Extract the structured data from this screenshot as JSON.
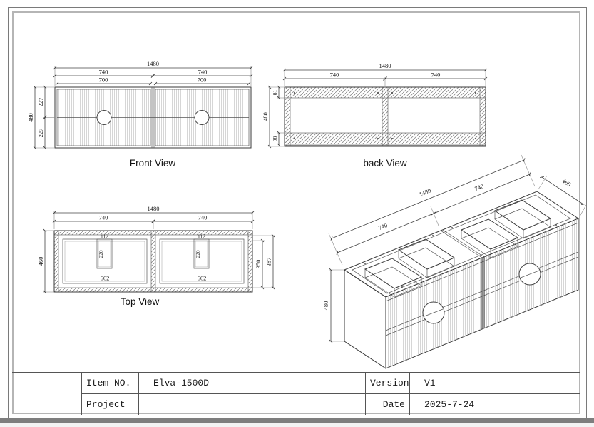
{
  "colors": {
    "line": "#3a3a3a",
    "dimension": "#444444",
    "hatch": "#8a8a8a",
    "flute": "#c4c4c4",
    "border_outer": "#7a7a7a",
    "border_inner": "#b5b5b5",
    "bottom_bar": "#7e7e7e"
  },
  "views": {
    "front": {
      "label": "Front View",
      "overall_width": "1480",
      "module_width": "740",
      "inner_width": "700",
      "height": "480",
      "upper_half": "227",
      "lower_half": "227"
    },
    "back": {
      "label": "back View",
      "overall_width": "1480",
      "module_width": "740",
      "height": "480",
      "top_rail": "81",
      "bottom_rail": "98"
    },
    "top": {
      "label": "Top View",
      "overall_width": "1480",
      "module_width": "740",
      "depth": "460",
      "cutout_width": "112",
      "cutout_depth": "220",
      "inner_width": "662",
      "basin_depth": "350",
      "front_depth": "387"
    },
    "iso": {
      "length": "1480",
      "module_width": "740",
      "depth": "460",
      "height": "480"
    }
  },
  "title_block": {
    "item_label": "Item NO.",
    "item_value": "Elva-1500D",
    "project_label": "Project",
    "project_value": "",
    "version_label": "Version",
    "version_value": "V1",
    "date_label": "Date",
    "date_value": "2025-7-24"
  }
}
